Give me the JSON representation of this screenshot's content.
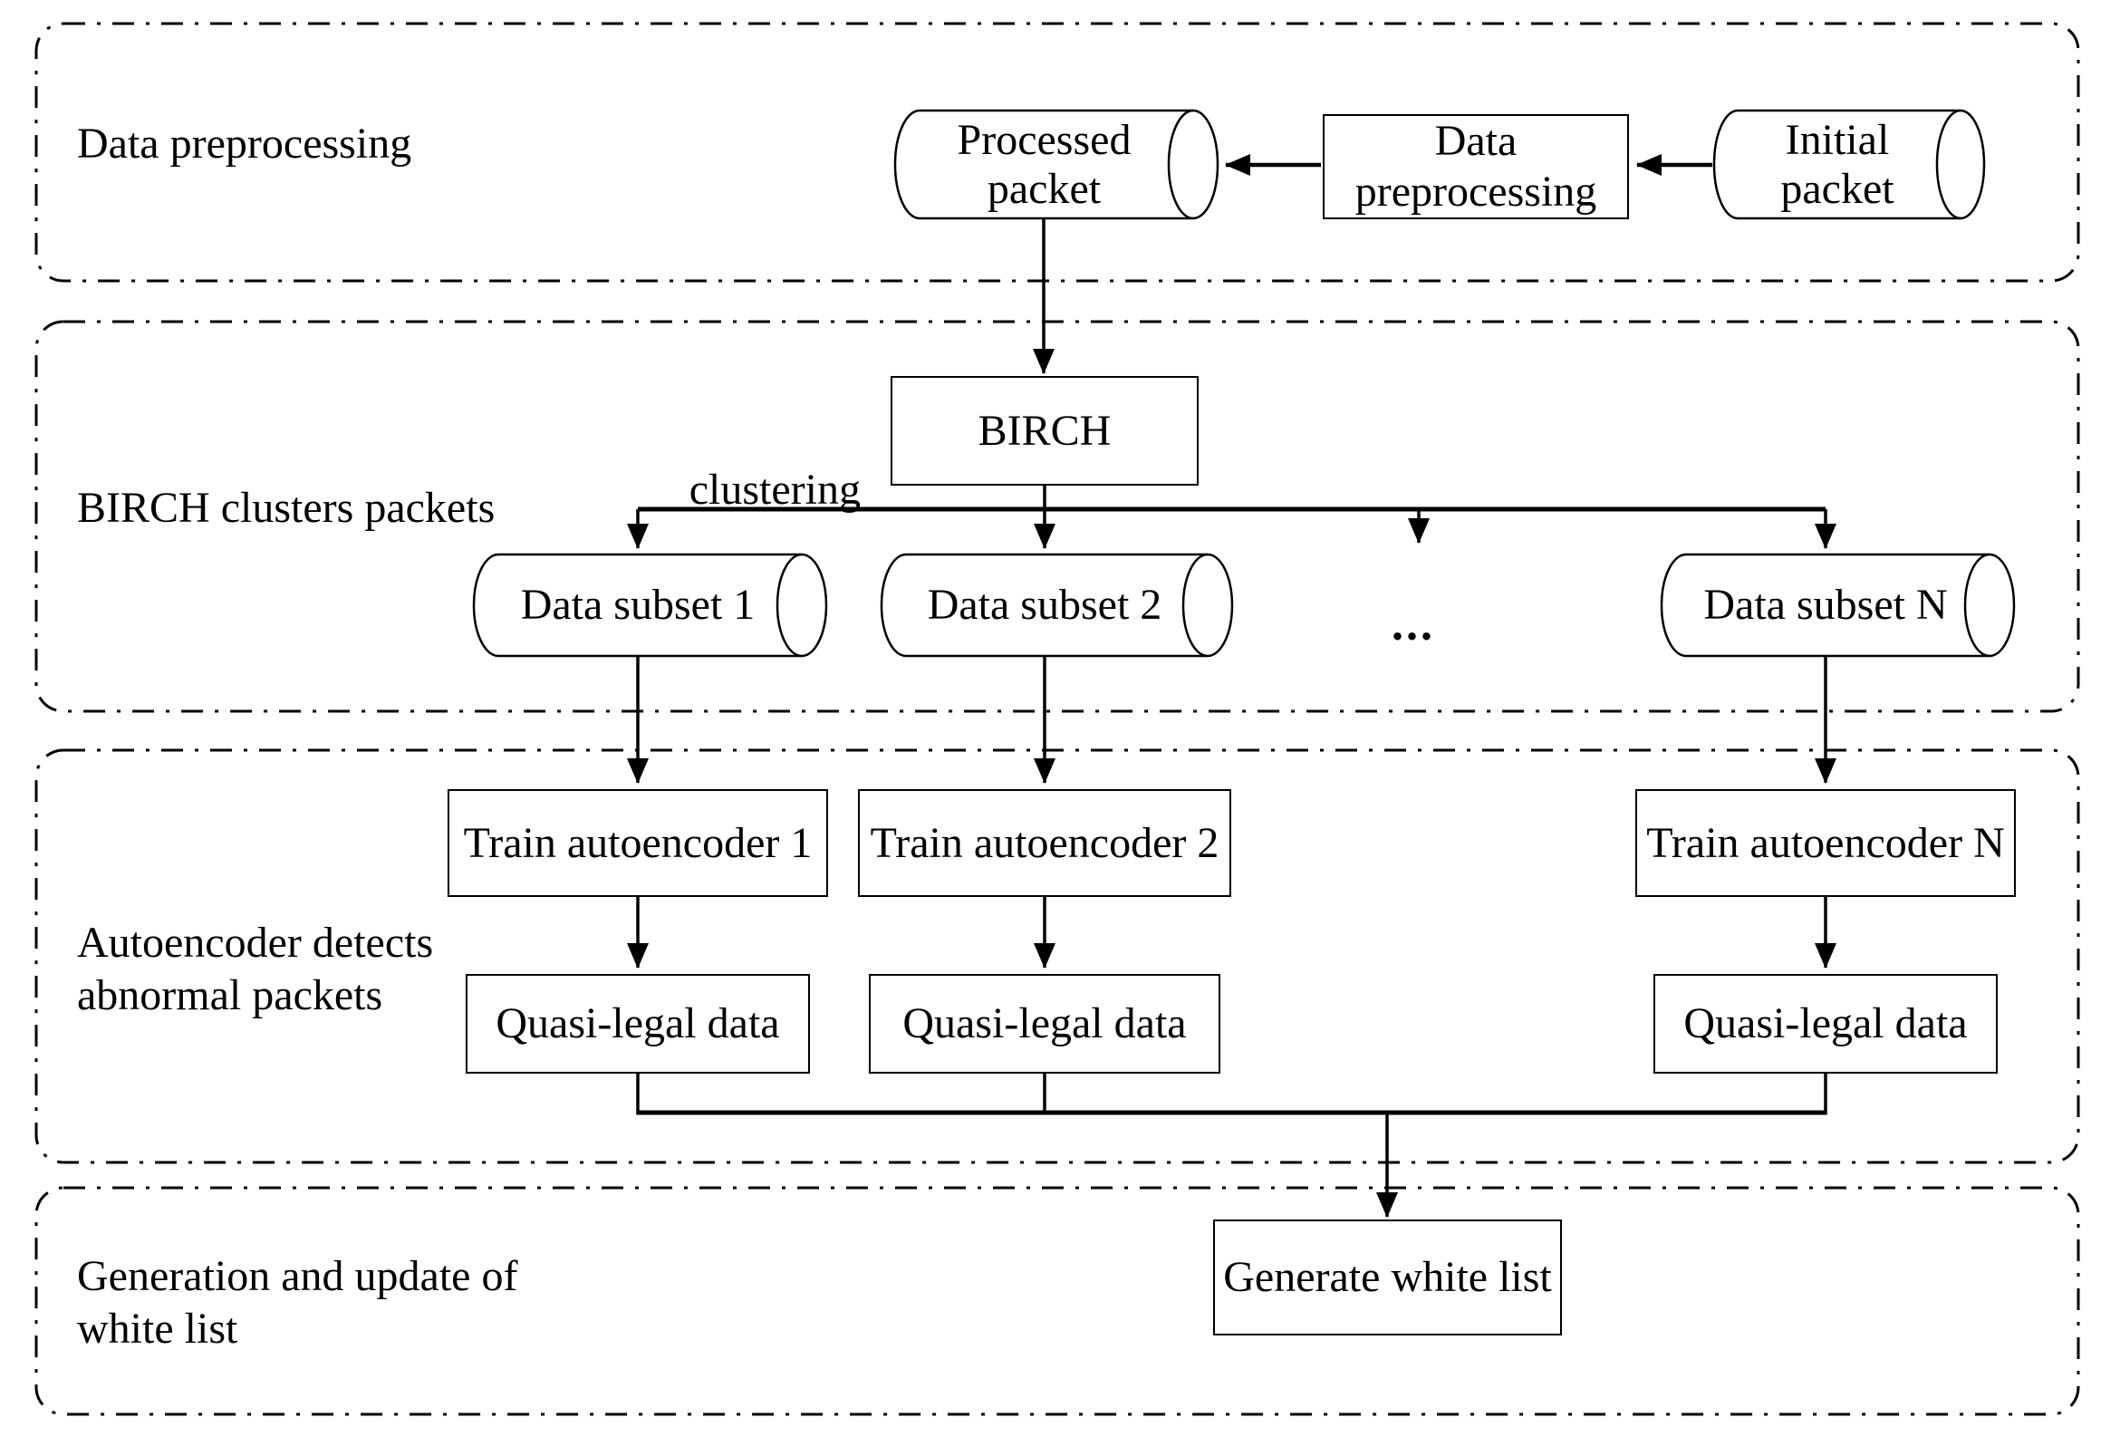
{
  "diagram": {
    "colors": {
      "ink": "#000000",
      "paper": "#ffffff"
    },
    "sections": {
      "preprocessing": {
        "label": "Data preprocessing"
      },
      "clustering": {
        "label": "BIRCH clusters packets",
        "annotation": "clustering"
      },
      "autoencoder": {
        "label_line1": "Autoencoder detects",
        "label_line2": "abnormal packets"
      },
      "whitelist": {
        "label_line1": "Generation and update of",
        "label_line2": "white list"
      }
    },
    "nodes": {
      "processed_packet": {
        "line1": "Processed",
        "line2": "packet"
      },
      "data_preprocessing": {
        "line1": "Data",
        "line2": "preprocessing"
      },
      "initial_packet": {
        "line1": "Initial",
        "line2": "packet"
      },
      "birch": {
        "label": "BIRCH"
      },
      "data_subset_1": {
        "label": "Data subset 1"
      },
      "data_subset_2": {
        "label": "Data subset 2"
      },
      "data_subset_more": {
        "label": "..."
      },
      "data_subset_n": {
        "label": "Data subset N"
      },
      "train_autoencoder_1": {
        "label": "Train autoencoder 1"
      },
      "train_autoencoder_2": {
        "label": "Train autoencoder 2"
      },
      "train_autoencoder_n": {
        "label": "Train autoencoder N"
      },
      "quasi_legal_data_1": {
        "label": "Quasi-legal data"
      },
      "quasi_legal_data_2": {
        "label": "Quasi-legal data"
      },
      "quasi_legal_data_n": {
        "label": "Quasi-legal data"
      },
      "generate_white_list": {
        "label": "Generate white list"
      }
    }
  }
}
